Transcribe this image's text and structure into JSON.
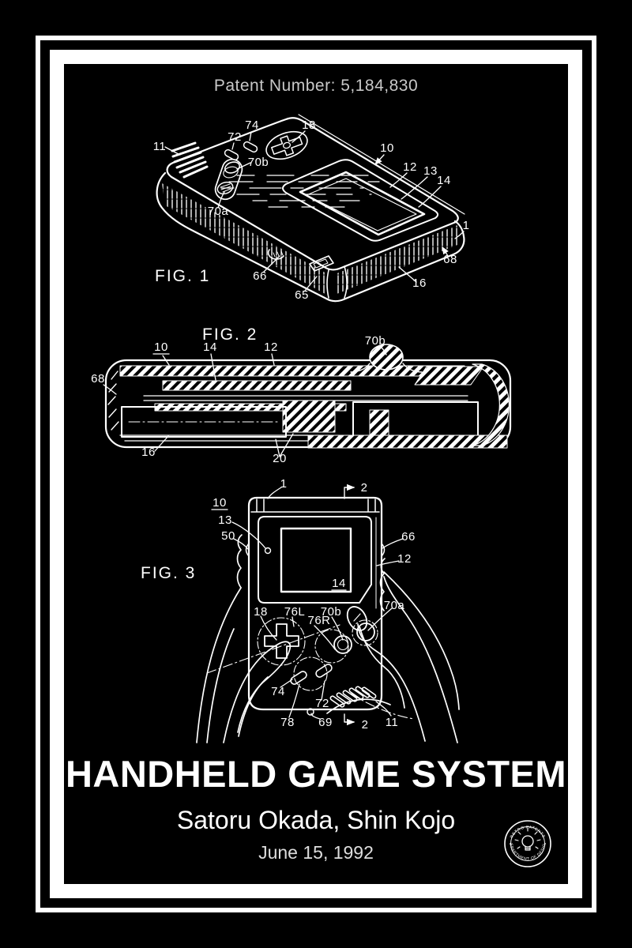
{
  "header": {
    "patent_number": "Patent Number: 5,184,830"
  },
  "footer": {
    "title": "HANDHELD GAME SYSTEM",
    "inventors": "Satoru Okada, Shin Kojo",
    "date": "June 15, 1992"
  },
  "logo": {
    "arc_top": "RETRO PATENTS",
    "arc_bottom": "DEPARTMENT OF DESIGN"
  },
  "colors": {
    "background": "#000000",
    "frame": "#ffffff",
    "line_art": "#ffffff",
    "secondary_text": "#c8c8c8"
  },
  "figures": {
    "fig1": {
      "caption": "FIG. 1",
      "refs": {
        "r11": "11",
        "r72": "72",
        "r74": "74",
        "r18": "18",
        "r10": "10",
        "r12": "12",
        "r13": "13",
        "r14": "14",
        "r70b": "70b",
        "r70a": "70a",
        "r66": "66",
        "r65": "65",
        "r68": "68",
        "r16": "16",
        "r1": "1"
      }
    },
    "fig2": {
      "caption": "FIG. 2",
      "refs": {
        "r10": "10",
        "r14": "14",
        "r12": "12",
        "r70b": "70b",
        "r68": "68",
        "r16": "16",
        "r20": "20"
      }
    },
    "fig3": {
      "caption": "FIG. 3",
      "refs": {
        "r1": "1",
        "r2top": "2",
        "r10": "10",
        "r13": "13",
        "r50": "50",
        "r66": "66",
        "r12": "12",
        "r14": "14",
        "r18": "18",
        "r76L": "76L",
        "r76R": "76R",
        "r70b": "70b",
        "r70a": "70a",
        "r74": "74",
        "r72": "72",
        "r78": "78",
        "r69": "69",
        "r2bottom": "2",
        "r11": "11"
      }
    }
  }
}
